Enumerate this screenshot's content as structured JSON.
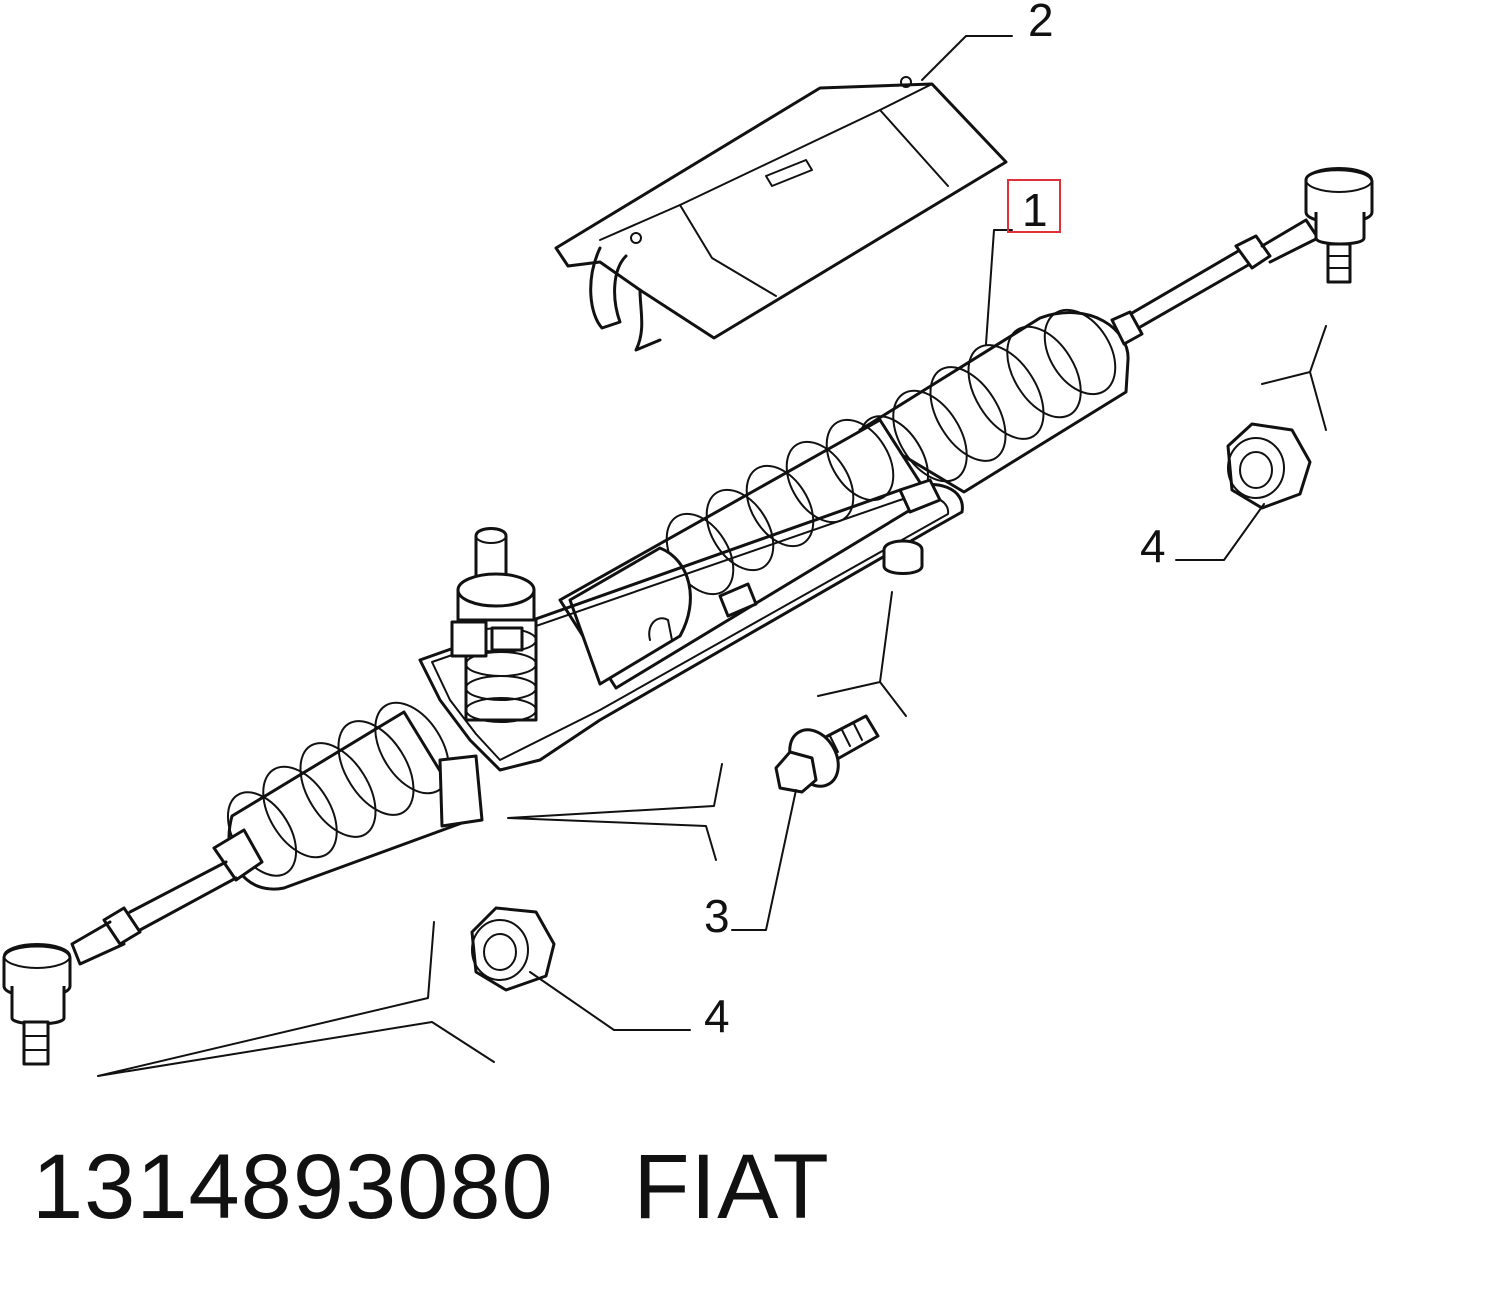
{
  "callouts": [
    {
      "id": "2",
      "label": "2"
    },
    {
      "id": "1",
      "label": "1",
      "highlighted": true,
      "highlight_color": "#e0303a"
    },
    {
      "id": "4a",
      "label": "4"
    },
    {
      "id": "3",
      "label": "3"
    },
    {
      "id": "4b",
      "label": "4"
    }
  ],
  "caption": {
    "part_number": "1314893080",
    "brand": "FIAT"
  },
  "colors": {
    "line": "#111111",
    "background": "#ffffff",
    "highlight": "#e0303a"
  }
}
